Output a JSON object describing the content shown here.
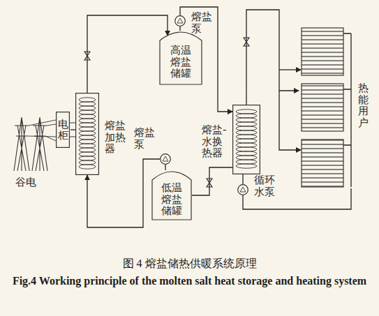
{
  "diagram": {
    "caption": "图 4 熔盐储热供暖系统原理",
    "nodes": [
      {
        "text": [
          "电柜"
        ]
      },
      {
        "text": [
          "熔盐加热器"
        ]
      },
      {
        "text": [
          "高温熔盐储罐"
        ]
      },
      {
        "text": [
          "熔盐泵"
        ]
      },
      {
        "text": [
          "熔盐泵"
        ]
      },
      {
        "text": [
          "低温熔盐储罐"
        ]
      },
      {
        "text": [
          "熔盐-水换热器"
        ]
      },
      {
        "text": [
          "循环水泵"
        ]
      },
      {
        "text": [
          "热能用户"
        ]
      }
    ],
    "edges": [
      {
        "from": 0,
        "to": 1,
        "arrow": "none"
      },
      {
        "from": 1,
        "to": 2,
        "arrow": "to"
      },
      {
        "from": 2,
        "to": 3,
        "arrow": "none"
      },
      {
        "from": 3,
        "to": 6,
        "arrow": "to"
      },
      {
        "from": 6,
        "to": 5,
        "arrow": "none"
      },
      {
        "from": 5,
        "to": 4,
        "arrow": "none"
      },
      {
        "from": 4,
        "to": 1,
        "arrow": "to"
      },
      {
        "from": 6,
        "to": 8,
        "arrow": "to"
      },
      {
        "from": 8,
        "to": 7,
        "arrow": "none"
      },
      {
        "from": 7,
        "to": 6,
        "arrow": "none"
      }
    ],
    "labels": [
      "谷电",
      "Fig.4 Working principle of the molten salt heat storage and heating system"
    ]
  }
}
